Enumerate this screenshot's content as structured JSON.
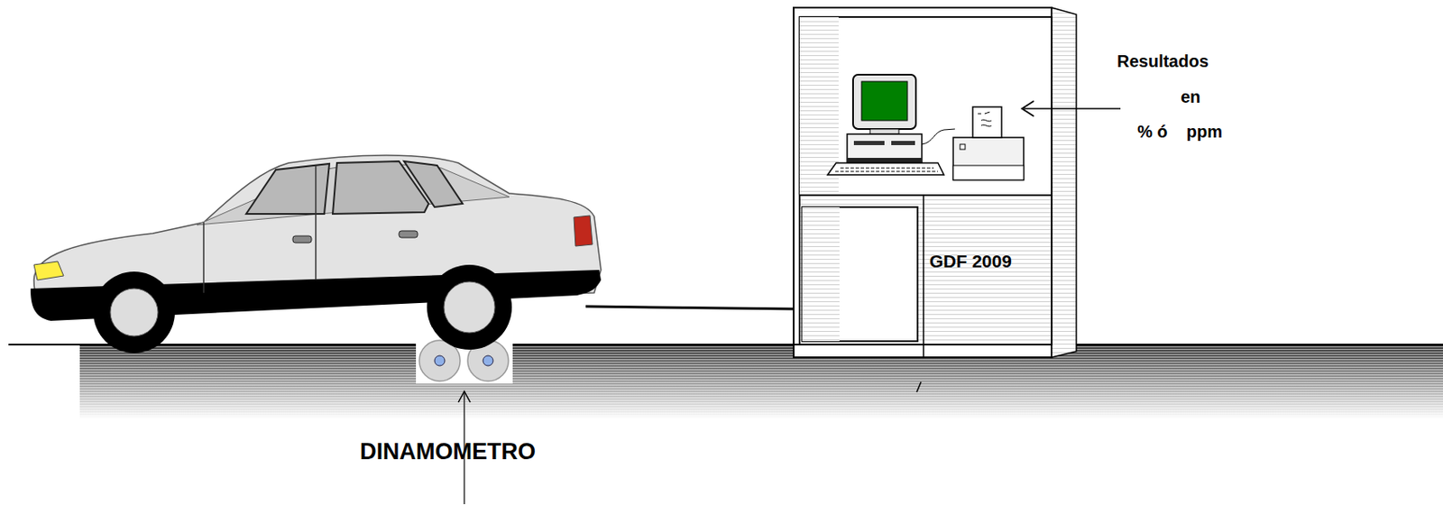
{
  "diagram": {
    "labels": [
      "Resultados",
      "en",
      "% ó    ppm",
      "GDF 2009",
      "DINAMOMETRO"
    ]
  }
}
